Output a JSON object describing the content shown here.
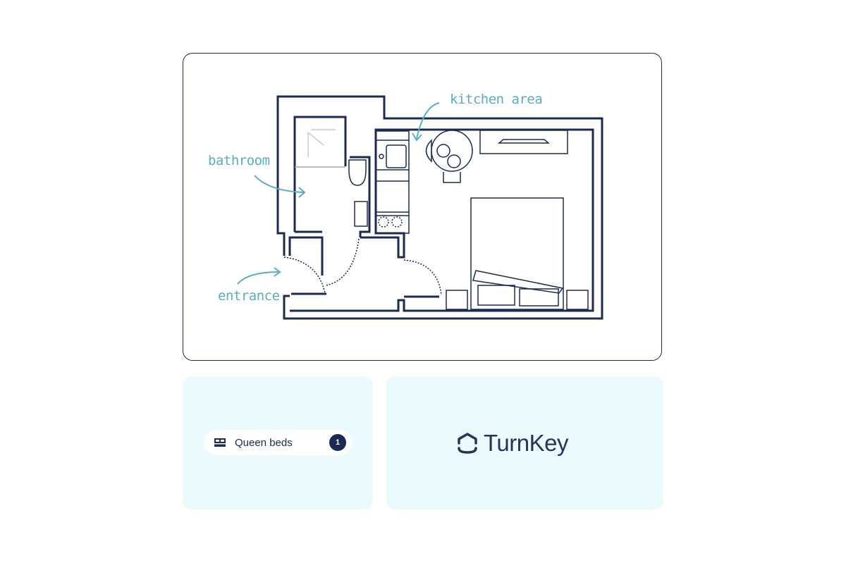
{
  "floorplan": {
    "labels": {
      "kitchen": "kitchen area",
      "bathroom": "bathroom",
      "entrance": "entrance"
    }
  },
  "amenities": {
    "items": [
      {
        "label": "Queen beds",
        "count": "1",
        "icon": "bed-icon"
      }
    ]
  },
  "brand": {
    "name": "TurnKey",
    "icon": "house-logo-icon"
  },
  "colors": {
    "navy": "#1b2a52",
    "teal": "#5aaec0",
    "card_bg": "#eafafd"
  }
}
